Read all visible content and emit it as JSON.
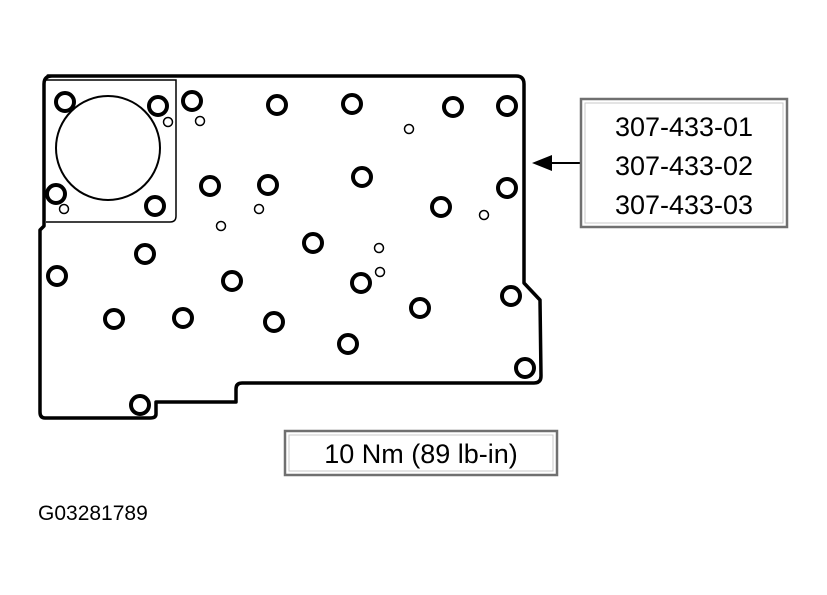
{
  "part_numbers": [
    "307-433-01",
    "307-433-02",
    "307-433-03"
  ],
  "torque": "10 Nm (89 lb-in)",
  "figure_id": "G03281789",
  "colors": {
    "outline": "#000000",
    "box_border": "#707070",
    "background": "#ffffff"
  }
}
